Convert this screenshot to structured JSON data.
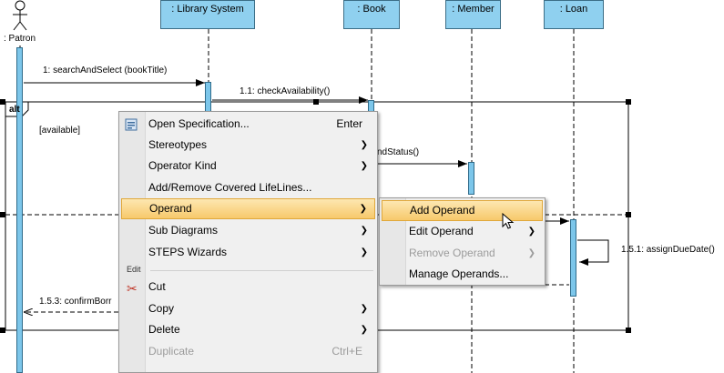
{
  "lifelines": {
    "patron": ": Patron",
    "library_system": ": Library System",
    "book": ": Book",
    "member": ": Member",
    "loan": ": Loan"
  },
  "messages": {
    "m1": "1: searchAndSelect (bookTitle)",
    "m11": "1.1: checkAvailability()",
    "m_partial": "ndStatus()",
    "m151": "1.5.1: assignDueDate()",
    "m153": "1.5.3: confirmBorr"
  },
  "fragment": {
    "operator": "alt",
    "guard": "[available]"
  },
  "context_menu": {
    "open_spec": "Open Specification...",
    "open_spec_shortcut": "Enter",
    "stereotypes": "Stereotypes",
    "operator_kind": "Operator Kind",
    "add_remove_lifelines": "Add/Remove Covered LifeLines...",
    "operand": "Operand",
    "sub_diagrams": "Sub Diagrams",
    "steps_wizards": "STEPS Wizards",
    "edit_section": "Edit",
    "cut": "Cut",
    "copy": "Copy",
    "delete": "Delete",
    "duplicate": "Duplicate",
    "duplicate_shortcut": "Ctrl+E"
  },
  "submenu": {
    "add_operand": "Add Operand",
    "edit_operand": "Edit Operand",
    "remove_operand": "Remove Operand",
    "manage_operands": "Manage Operands..."
  },
  "colors": {
    "lifeline_fill": "#8fd0ef",
    "activation_fill": "#7cc6ea",
    "menu_highlight": "#f7c96b"
  }
}
